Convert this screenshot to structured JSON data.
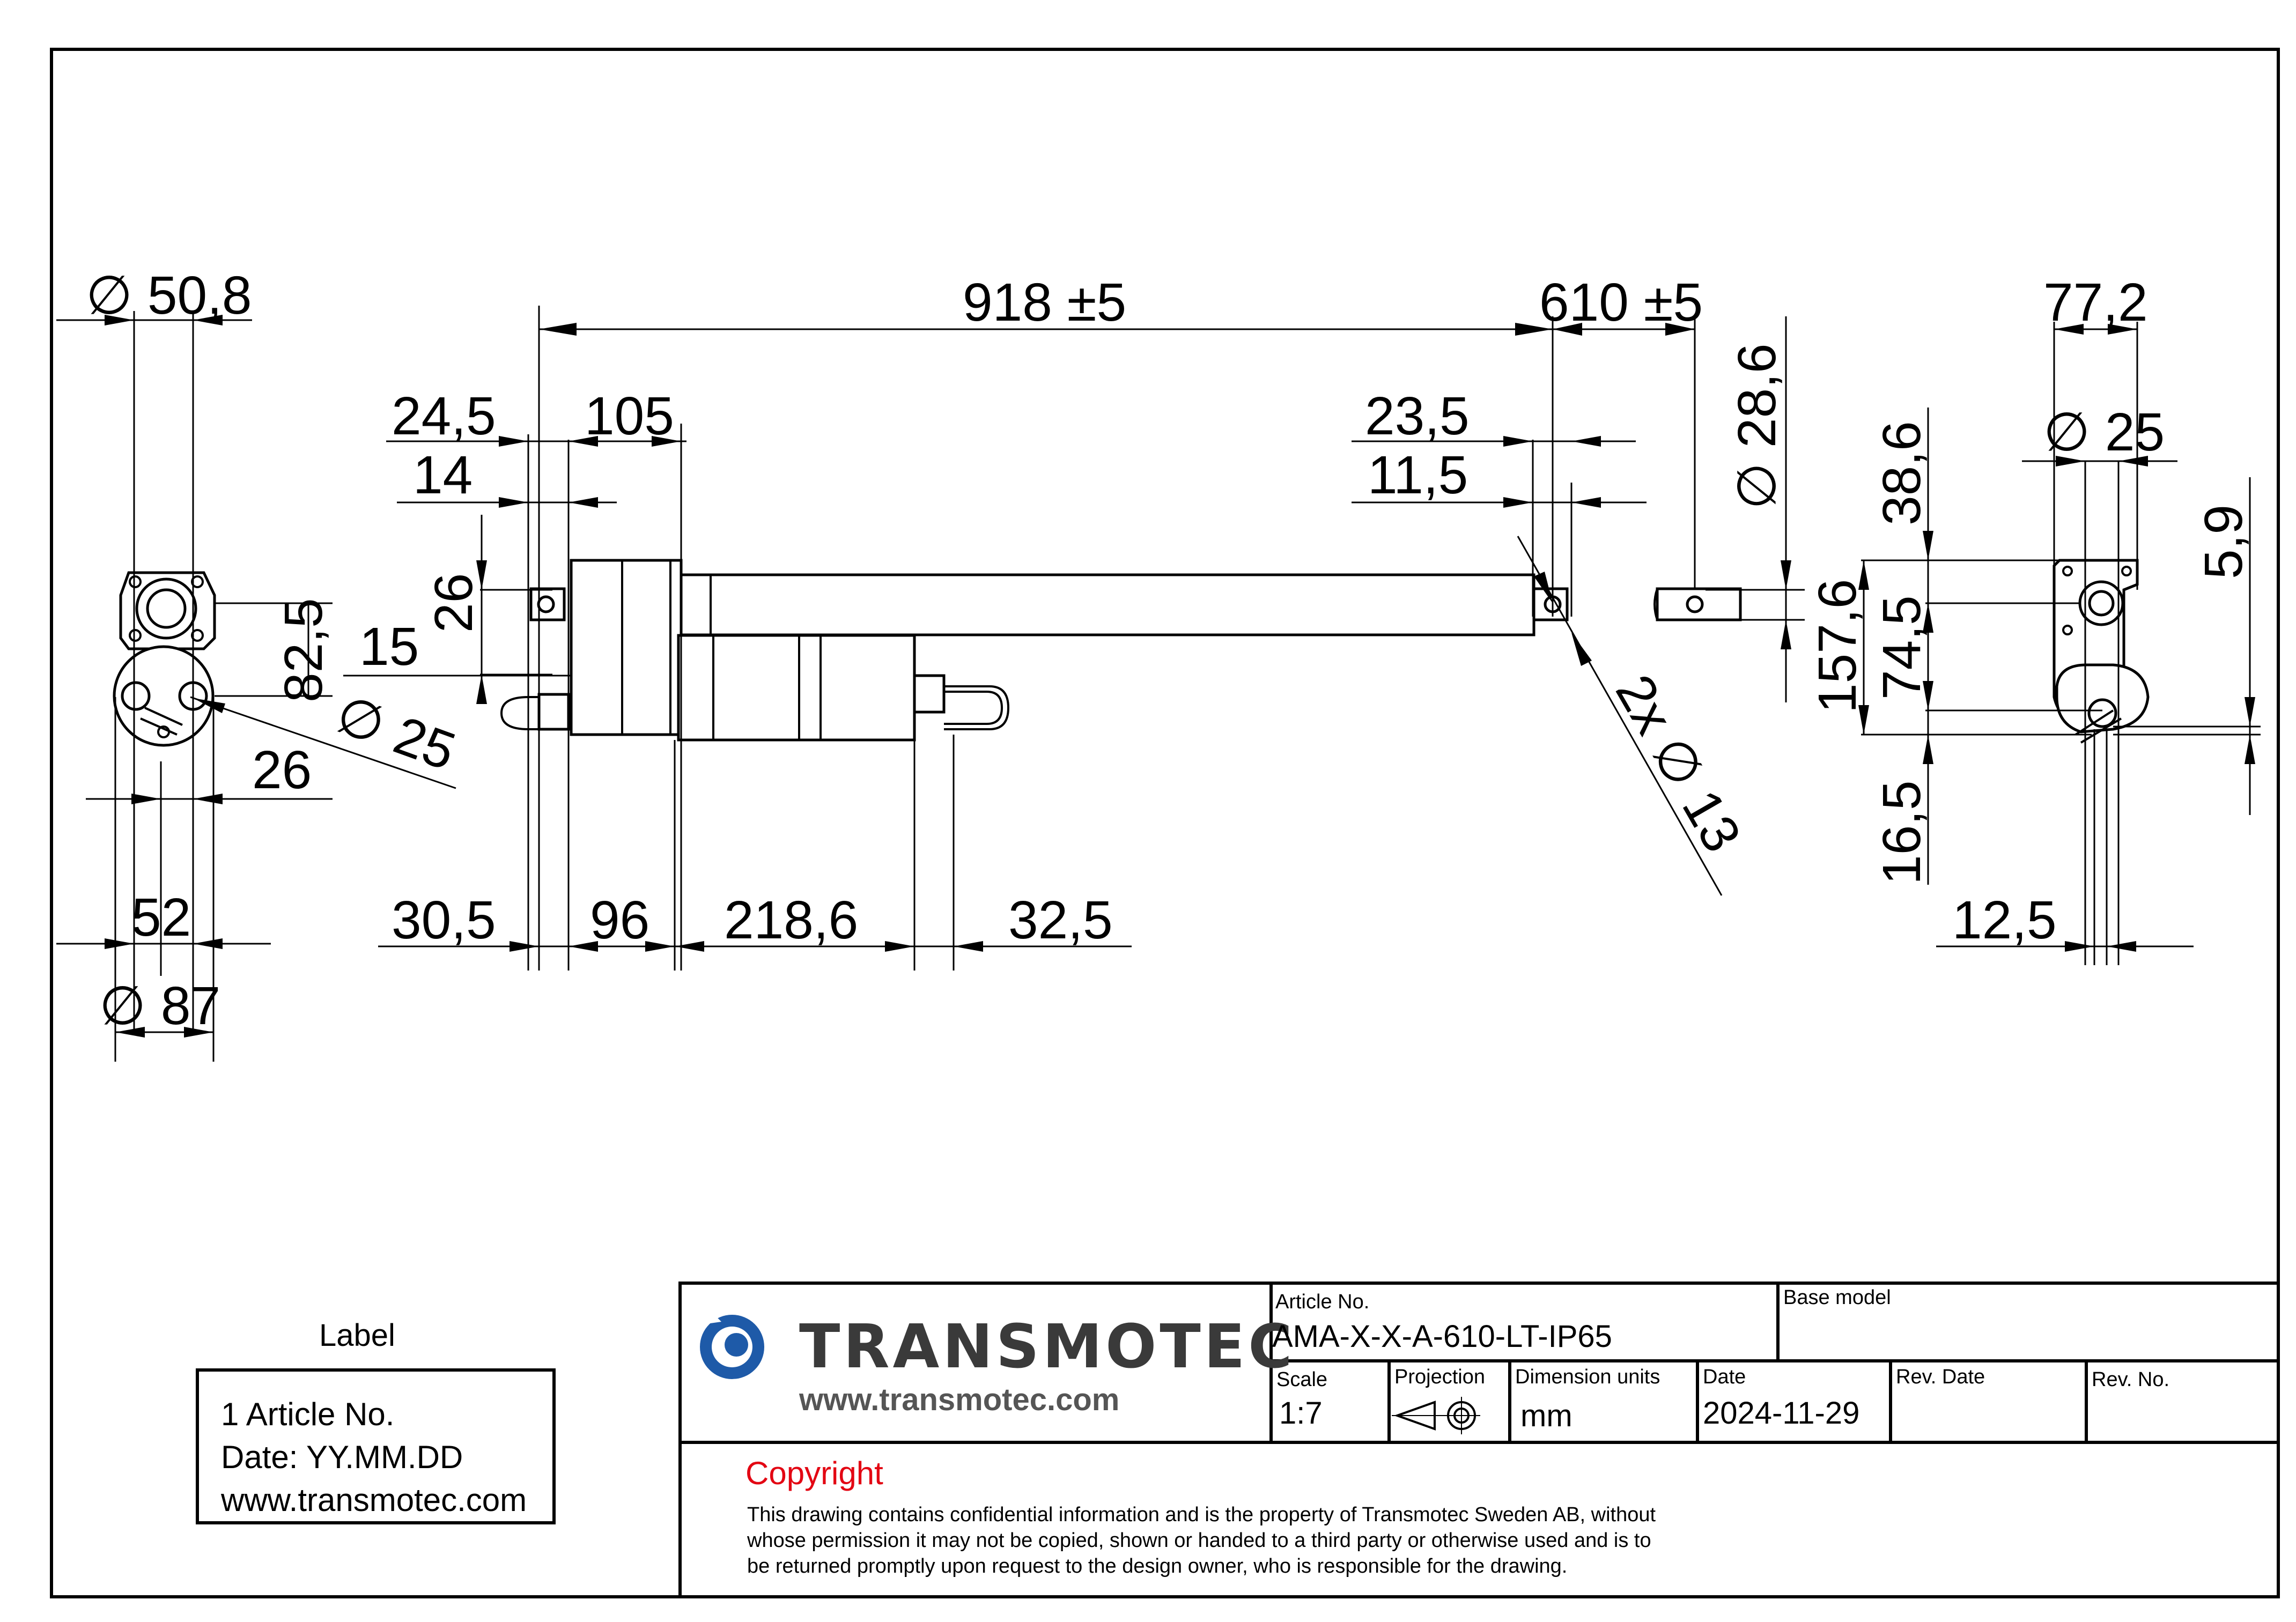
{
  "dimensions": {
    "left_view": {
      "dia_50_8": "∅ 50,8",
      "d_82_5": "82,5",
      "d_15": "15",
      "dia_25": "∅ 25",
      "d_26": "26",
      "d_52": "52",
      "dia_87": "∅ 87"
    },
    "front_view": {
      "stroke_total": "918 ±5",
      "stroke": "610 ±5",
      "d_24_5": "24,5",
      "d_105": "105",
      "d_14": "14",
      "d_26_vert": "26",
      "d_23_5": "23,5",
      "d_11_5": "11,5",
      "dia_28_6": "∅ 28,6",
      "holes": "2x ∅ 13",
      "d_30_5": "30,5",
      "d_96": "96",
      "d_218_6": "218,6",
      "d_32_5": "32,5"
    },
    "right_view": {
      "d_77_2": "77,2",
      "dia_25": "∅ 25",
      "d_38_6": "38,6",
      "d_5_9": "5,9",
      "d_157_6": "157,6",
      "d_74_5": "74,5",
      "d_16_5": "16,5",
      "d_12_5": "12,5"
    }
  },
  "label_box": {
    "title": "Label",
    "line1": "1 Article No.",
    "line2": "Date: YY.MM.DD",
    "line3": "www.transmotec.com"
  },
  "title_block": {
    "brand": "TRANSMOTEC",
    "url": "www.transmotec.com",
    "article_no_label": "Article No.",
    "article_no_value": "AMA-X-X-A-610-LT-IP65",
    "base_model_label": "Base model",
    "base_model_value": "",
    "scale_label": "Scale",
    "scale_value": "1:7",
    "projection_label": "Projection",
    "dim_units_label": "Dimension units",
    "dim_units_value": "mm",
    "date_label": "Date",
    "date_value": "2024-11-29",
    "rev_date_label": "Rev. Date",
    "rev_no_label": "Rev. No.",
    "copyright_title": "Copyright",
    "copyright_line1": "This drawing contains confidential information and is the property of Transmotec Sweden AB, without",
    "copyright_line2": "whose permission it may not be copied, shown or handed to a third party or otherwise used and is to",
    "copyright_line3": "be returned promptly upon request to the design owner, who is responsible for the drawing."
  },
  "colors": {
    "logo_blue": "#1e5aa8",
    "copyright_red": "#e30613",
    "brand_grey": "#3a3a3a"
  }
}
